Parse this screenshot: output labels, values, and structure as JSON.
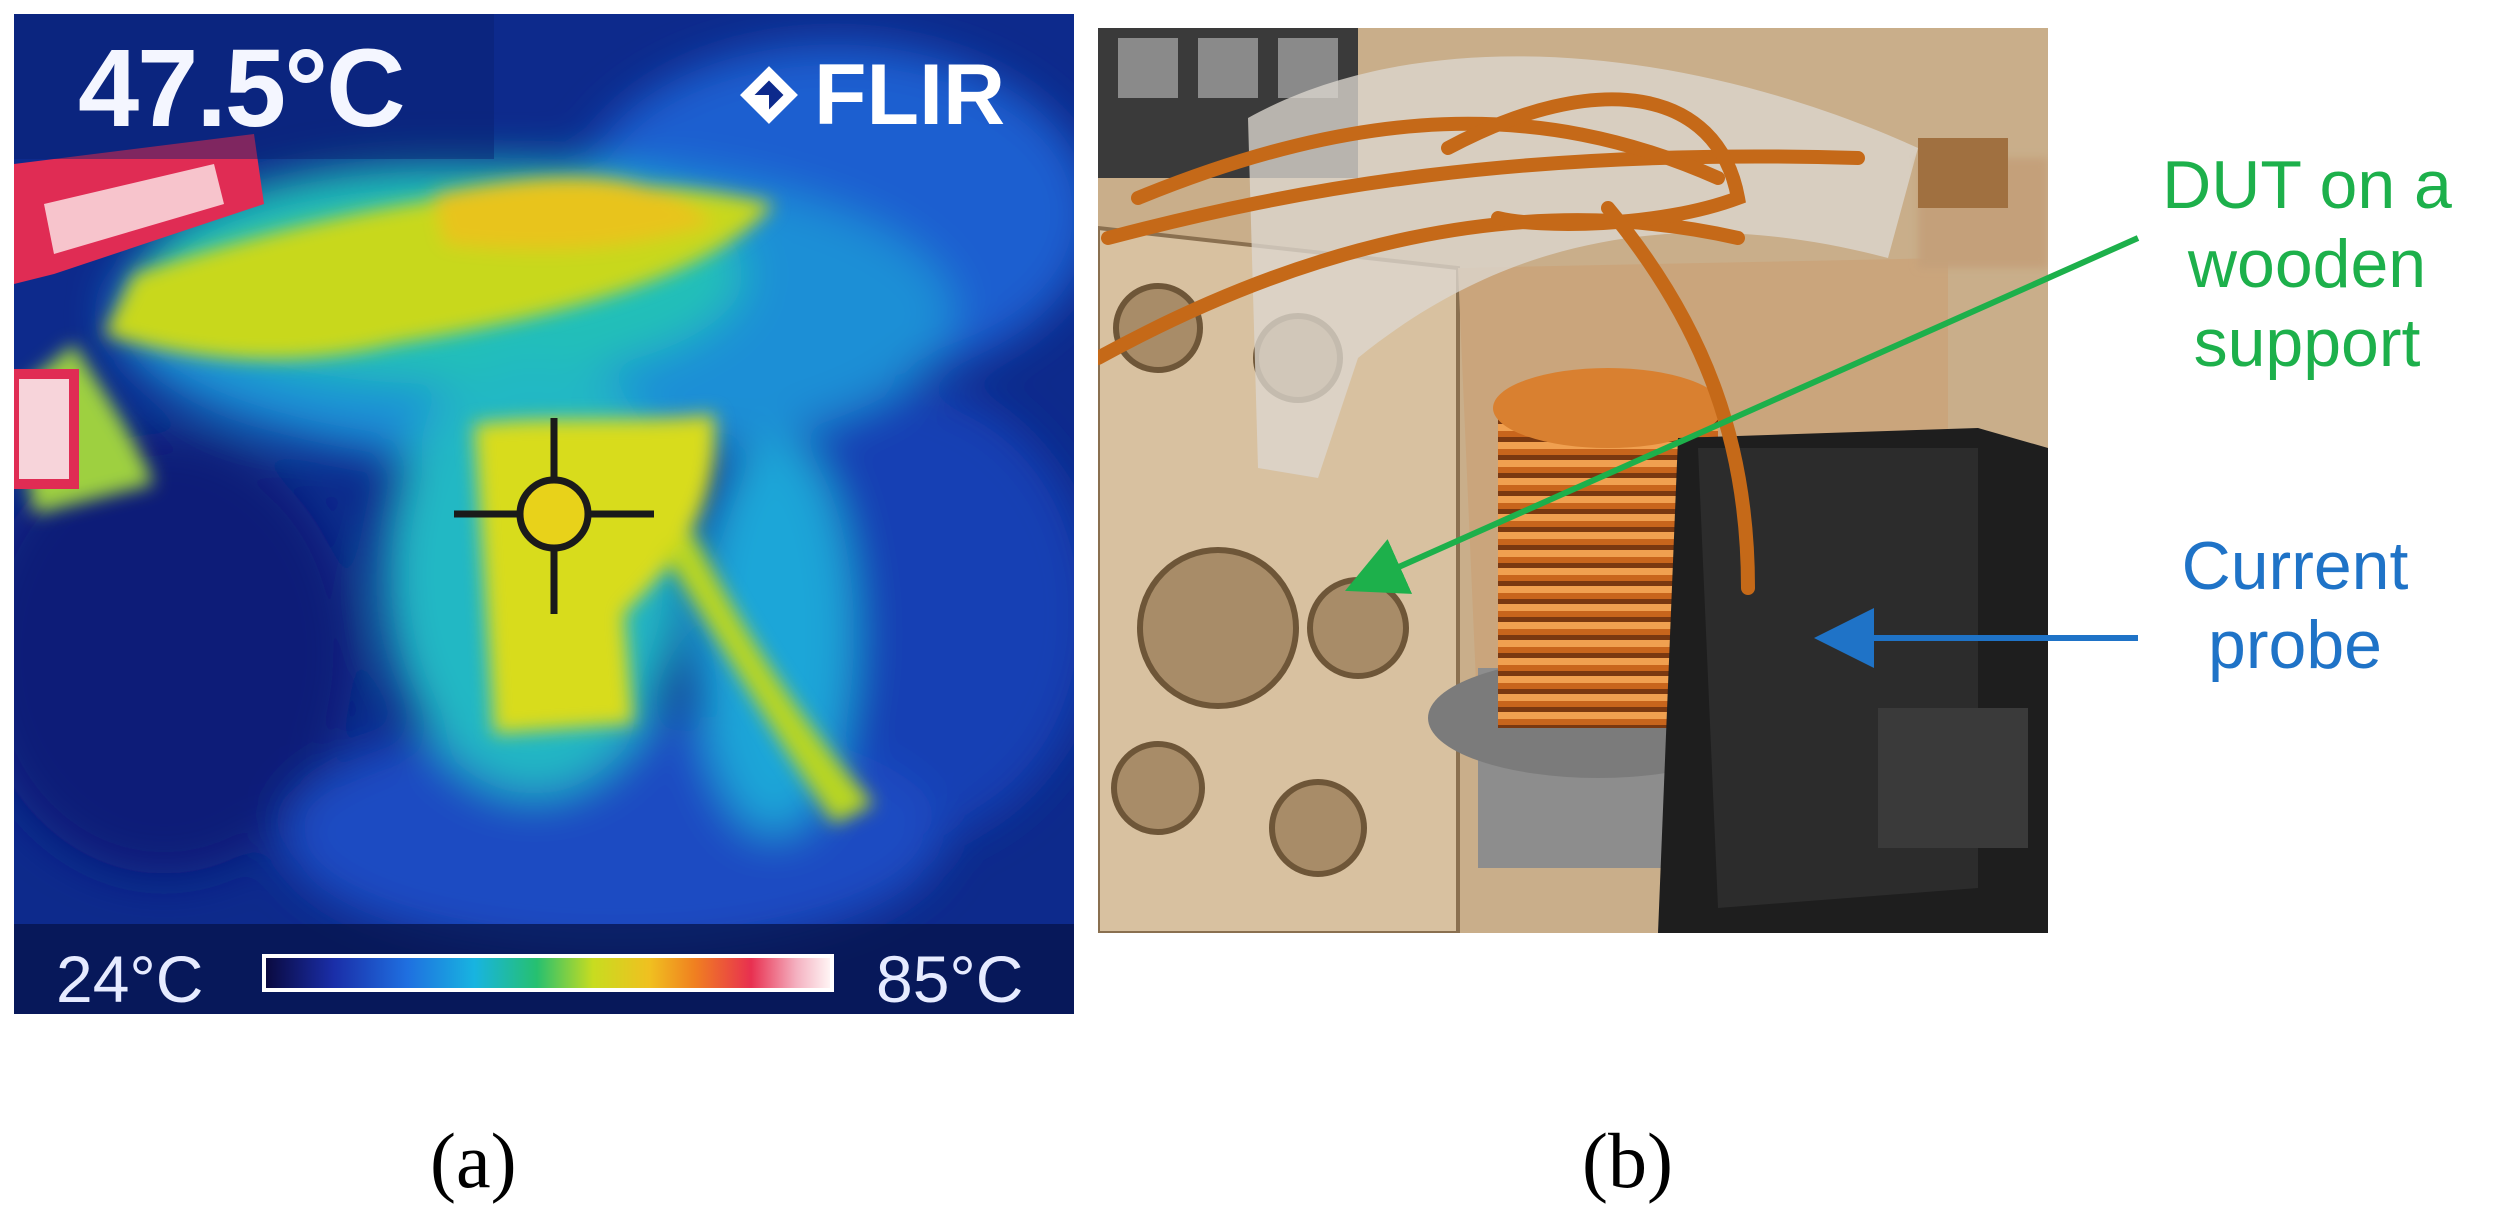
{
  "thermal_panel": {
    "temperature_reading": "47.5°C",
    "brand": "FLIR",
    "scale_min": "24°C",
    "scale_max": "85°C"
  },
  "annotations": {
    "dut_label": [
      "DUT on a",
      "wooden",
      "support"
    ],
    "probe_label": [
      "Current",
      "probe"
    ],
    "dut_color": "#1db04b",
    "probe_color": "#1f73c7"
  },
  "captions": {
    "a": "(a)",
    "b": "(b)"
  }
}
